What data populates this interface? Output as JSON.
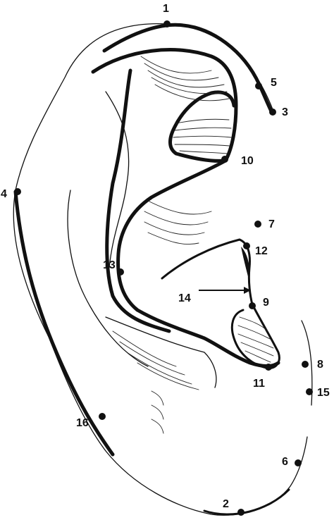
{
  "diagram": {
    "points": [
      {
        "id": "point-1",
        "label": "1"
      },
      {
        "id": "point-2",
        "label": "2"
      },
      {
        "id": "point-3",
        "label": "3"
      },
      {
        "id": "point-4",
        "label": "4"
      },
      {
        "id": "point-5",
        "label": "5"
      },
      {
        "id": "point-6",
        "label": "6"
      },
      {
        "id": "point-7",
        "label": "7"
      },
      {
        "id": "point-8",
        "label": "8"
      },
      {
        "id": "point-9",
        "label": "9"
      },
      {
        "id": "point-10",
        "label": "10"
      },
      {
        "id": "point-11",
        "label": "11"
      },
      {
        "id": "point-12",
        "label": "12"
      },
      {
        "id": "point-13",
        "label": "13"
      },
      {
        "id": "point-14",
        "label": "14"
      },
      {
        "id": "point-15",
        "label": "15"
      },
      {
        "id": "point-16",
        "label": "16"
      }
    ],
    "colors": {
      "ink": "#111111",
      "background": "#ffffff"
    }
  }
}
